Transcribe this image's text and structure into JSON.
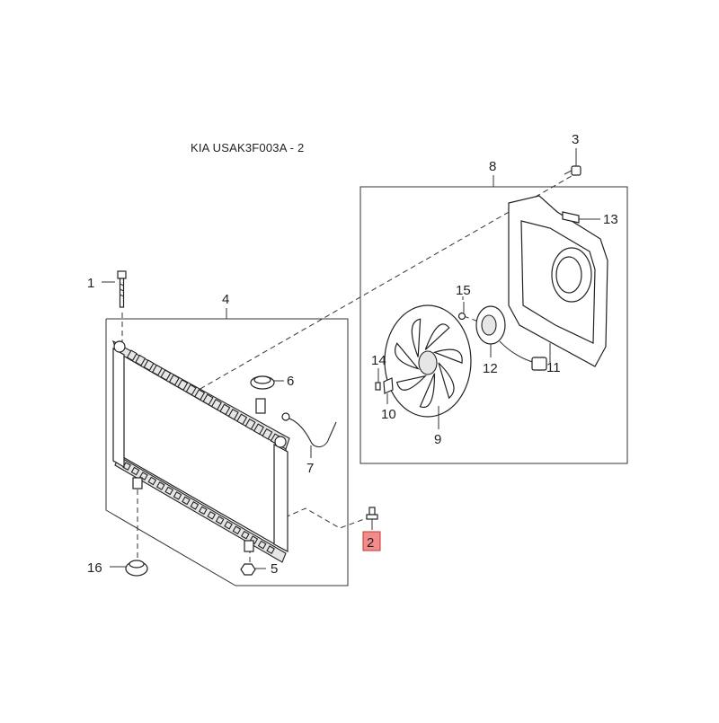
{
  "title": "KIA USAK3F003A - 2",
  "highlight_color": "#f28b8b",
  "callouts": {
    "c1": "1",
    "c2": "2",
    "c3": "3",
    "c4": "4",
    "c5": "5",
    "c6": "6",
    "c7": "7",
    "c8": "8",
    "c9": "9",
    "c10": "10",
    "c11": "11",
    "c12": "12",
    "c13": "13",
    "c14": "14",
    "c15": "15",
    "c16": "16"
  },
  "highlighted_callout": "2"
}
